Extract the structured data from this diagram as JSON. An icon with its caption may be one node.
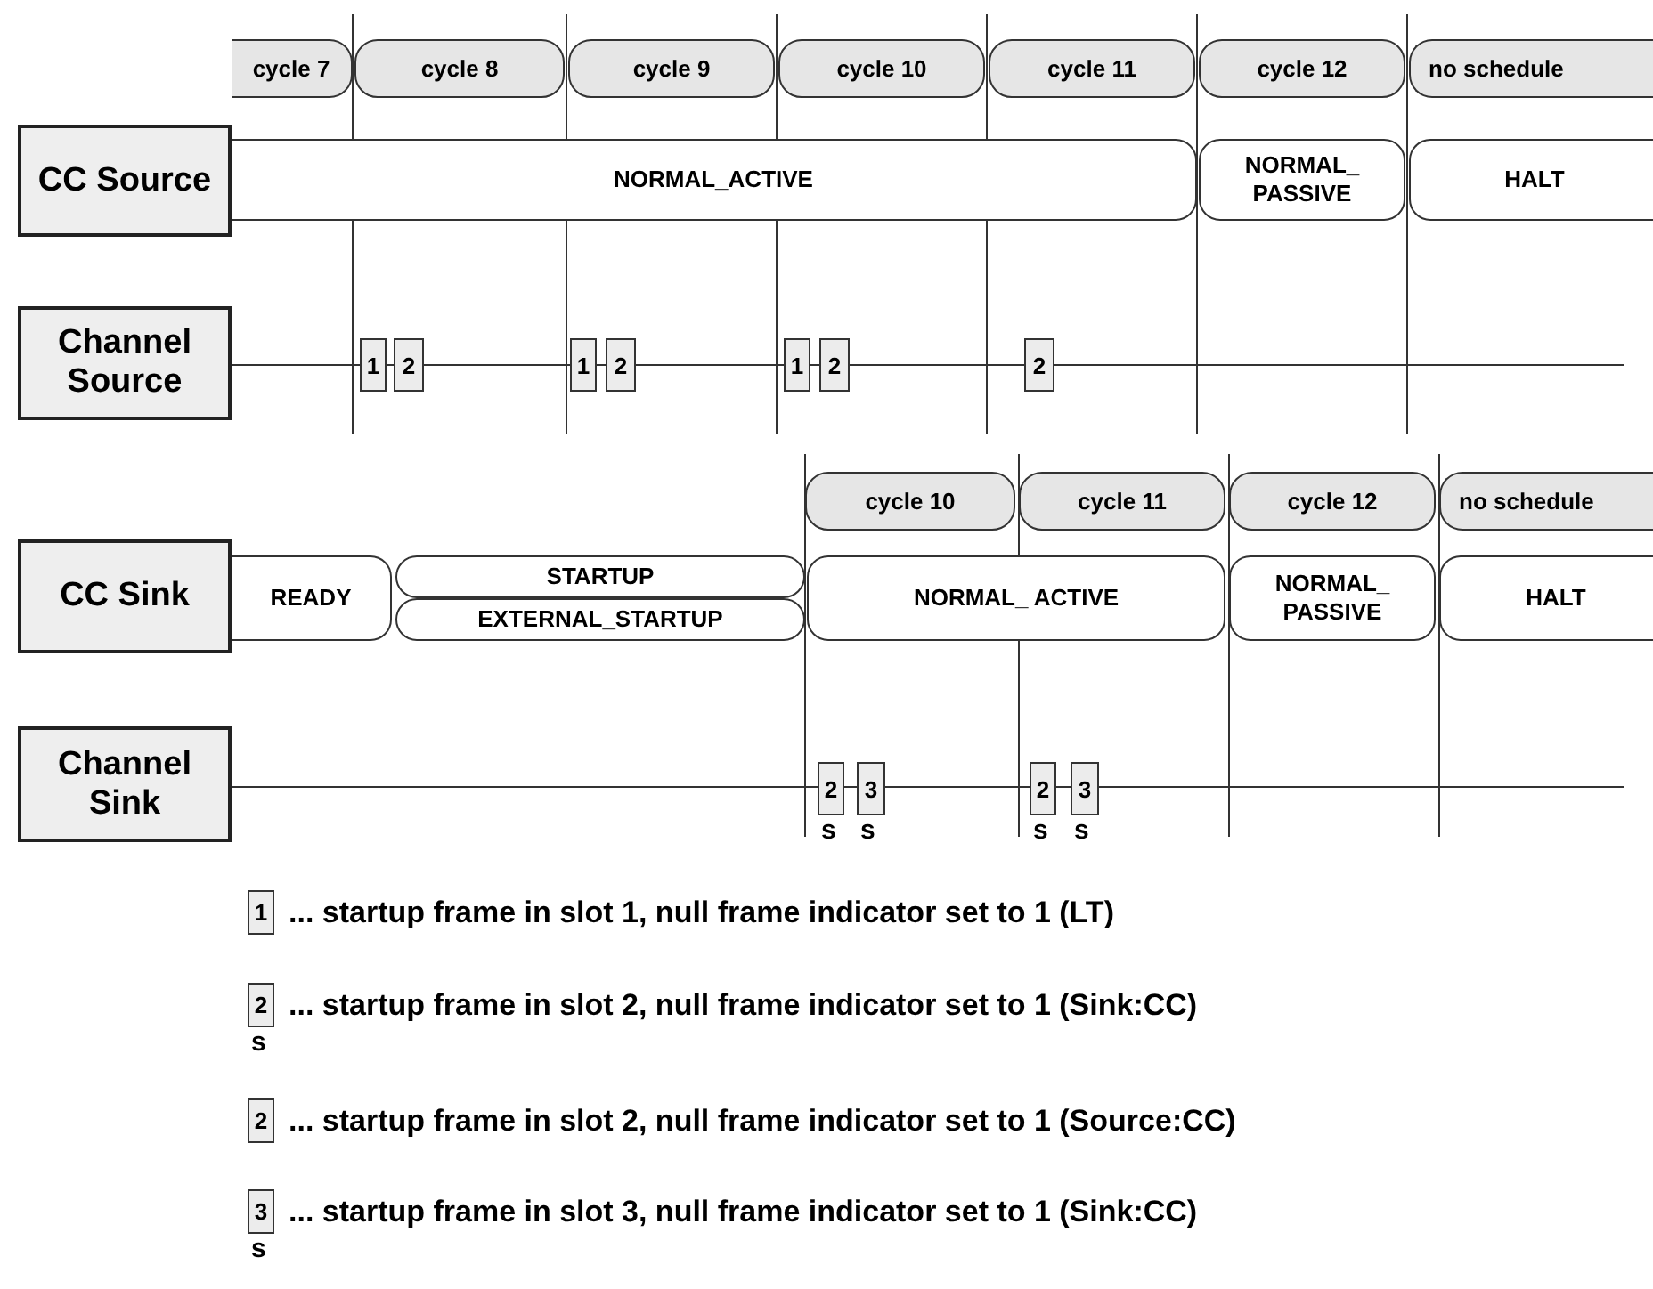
{
  "diagram": {
    "nodes": [
      {
        "text": [
          "cycle 7"
        ]
      },
      {
        "text": [
          "cycle 8"
        ]
      },
      {
        "text": [
          "cycle 9"
        ]
      },
      {
        "text": [
          "cycle 10"
        ]
      },
      {
        "text": [
          "cycle 11"
        ]
      },
      {
        "text": [
          "cycle 12"
        ]
      },
      {
        "text": [
          "no schedule"
        ]
      },
      {
        "text": [
          "CC Source"
        ]
      },
      {
        "text": [
          "NORMAL_ACTIVE"
        ]
      },
      {
        "text": [
          "NORMAL_ PASSIVE"
        ]
      },
      {
        "text": [
          "HALT"
        ]
      },
      {
        "text": [
          "Channel Source"
        ]
      },
      {
        "text": [
          "1"
        ]
      },
      {
        "text": [
          "2"
        ]
      },
      {
        "text": [
          "1"
        ]
      },
      {
        "text": [
          "2"
        ]
      },
      {
        "text": [
          "1"
        ]
      },
      {
        "text": [
          "2"
        ]
      },
      {
        "text": [
          "2"
        ]
      },
      {
        "text": [
          "cycle 10"
        ]
      },
      {
        "text": [
          "cycle 11"
        ]
      },
      {
        "text": [
          "cycle 12"
        ]
      },
      {
        "text": [
          "no schedule"
        ]
      },
      {
        "text": [
          "CC Sink"
        ]
      },
      {
        "text": [
          "READY"
        ]
      },
      {
        "text": [
          "STARTUP"
        ]
      },
      {
        "text": [
          "EXTERNAL_STARTUP"
        ]
      },
      {
        "text": [
          "NORMAL_ ACTIVE"
        ]
      },
      {
        "text": [
          "NORMAL_ PASSIVE"
        ]
      },
      {
        "text": [
          "HALT"
        ]
      },
      {
        "text": [
          "Channel Sink"
        ]
      },
      {
        "text": [
          "2"
        ],
        "beside": [
          "s"
        ]
      },
      {
        "text": [
          "3"
        ],
        "beside": [
          "s"
        ]
      },
      {
        "text": [
          "2"
        ],
        "beside": [
          "s"
        ]
      },
      {
        "text": [
          "3"
        ],
        "beside": [
          "s"
        ]
      },
      {
        "text": [
          "1"
        ],
        "beside": [
          "... startup frame in slot 1, null frame indicator set to 1 (LT)"
        ]
      },
      {
        "text": [
          "2"
        ],
        "beside": [
          "s",
          "... startup frame in slot 2, null frame indicator set to 1 (Sink:CC)"
        ]
      },
      {
        "text": [
          "2"
        ],
        "beside": [
          "... startup frame in slot 2, null frame indicator set to 1 (Source:CC)"
        ]
      },
      {
        "text": [
          "3"
        ],
        "beside": [
          "s",
          "... startup frame in slot 3, null frame indicator set to 1 (Sink:CC)"
        ]
      }
    ]
  }
}
